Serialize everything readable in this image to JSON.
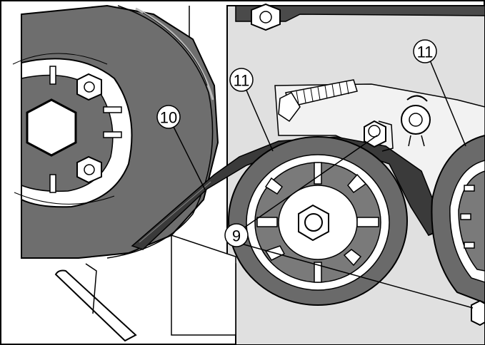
{
  "callouts": {
    "belt": "10",
    "idler_pulley_center": "11",
    "idler_pulley_right": "11",
    "nuts": "9"
  },
  "colors": {
    "background": "#ffffff",
    "line": "#000000",
    "dark_part": "#555555",
    "mid_part": "#7a7a7a",
    "light_panel": "#dddddd",
    "belt": "#3a3a3a"
  }
}
